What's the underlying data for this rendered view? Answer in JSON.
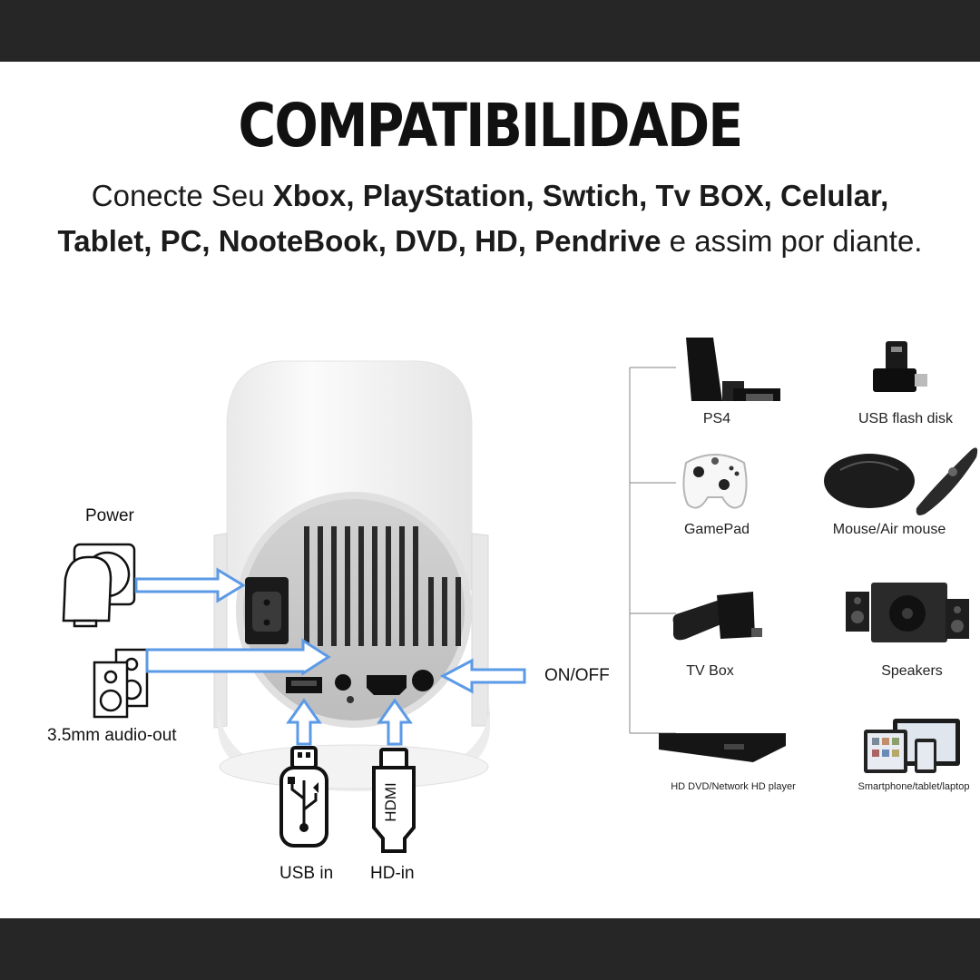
{
  "header": {
    "title": "COMPATIBILIDADE",
    "line1_a": "Conecte Seu ",
    "line1_b": "Xbox, PlayStation, Swtich, Tv BOX,  Celular,",
    "line2_a": "Tablet, PC, NooteBook, DVD, HD, Pendrive",
    "line2_b": " e assim por diante."
  },
  "ports": {
    "power": "Power",
    "audio": "3.5mm audio-out",
    "onoff": "ON/OFF",
    "usb": "USB in",
    "hd": "HD-in",
    "hdmi_text": "HDMI"
  },
  "devices": [
    {
      "label": "PS4",
      "icon": "ps4-console-icon"
    },
    {
      "label": "USB flash disk",
      "icon": "usb-flash-disk-icon"
    },
    {
      "label": "GamePad",
      "icon": "gamepad-icon"
    },
    {
      "label": "Mouse/Air mouse",
      "icon": "mouse-icon"
    },
    {
      "label": "TV Box",
      "icon": "tv-box-icon"
    },
    {
      "label": "Speakers",
      "icon": "speakers-icon"
    },
    {
      "label": "HD DVD/Network HD player",
      "icon": "dvd-player-icon"
    },
    {
      "label": "Smartphone/tablet/laptop",
      "icon": "devices-icon"
    }
  ],
  "colors": {
    "arrow": "#5b9ae6",
    "bar": "#262626"
  }
}
